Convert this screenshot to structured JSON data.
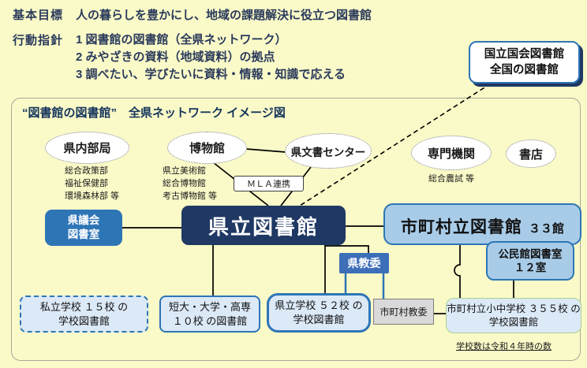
{
  "header": {
    "goal_label": "基本目標",
    "goal_text": "人の暮らしを豊かにし、地域の課題解決に役立つ図書館",
    "guideline_label": "行動指針",
    "guidelines": [
      "1 図書館の図書館（全県ネットワーク）",
      "2 みやざきの資料（地域資料）の拠点",
      "3 調べたい、学びたいに資料・情報・知識で応える"
    ]
  },
  "ndl_box": {
    "line1": "国立国会図書館",
    "line2": "全国の図書館"
  },
  "diagram": {
    "title": "“図書館の図書館”　全県ネットワーク イメージ図",
    "ellipses": {
      "bureau": {
        "label": "県内部局",
        "items": [
          "総合政策部",
          "福祉保健部",
          "環境森林部 等"
        ]
      },
      "museum": {
        "label": "博物館",
        "items": [
          "県立美術館",
          "総合博物館",
          "考古博物館 等"
        ]
      },
      "archives": {
        "label": "県文書センター"
      },
      "specialist": {
        "label": "専門機関",
        "note": "総合農試 等"
      },
      "bookstore": {
        "label": "書店"
      }
    },
    "mla_label": "ＭＬＡ連携",
    "nodes": {
      "prefectural_library": "県立図書館",
      "assembly_library": {
        "line1": "県議会",
        "line2": "図書室"
      },
      "municipal_library": {
        "main": "市町村立図書館",
        "count": "３３館"
      },
      "community_center": {
        "line1": "公民館図書室",
        "line2": "１２室"
      },
      "pref_board": "県教委",
      "municipal_board": "市町村教委",
      "private_school": {
        "line1": "私立学校 １５校 の",
        "line2": "学校図書館"
      },
      "college": {
        "line1": "短大・大学・高専",
        "line2": "１０校 の図書館"
      },
      "pref_school": {
        "line1": "県立学校 ５２校 の",
        "line2": "学校図書館"
      },
      "municipal_school": {
        "line1": "市町村立小中学校 ３５５校 の",
        "line2": "学校図書館"
      }
    },
    "note": "学校数は令和４年時の数"
  },
  "colors": {
    "background": "#FAFAC8",
    "navy": "#1F3864",
    "blue": "#2E75B6",
    "node_blue_fill": "#A8CCE8",
    "school_box_fill": "#DCE9F7",
    "green_border": "#A9D18E",
    "gray_box_fill": "#D9D9D9"
  }
}
